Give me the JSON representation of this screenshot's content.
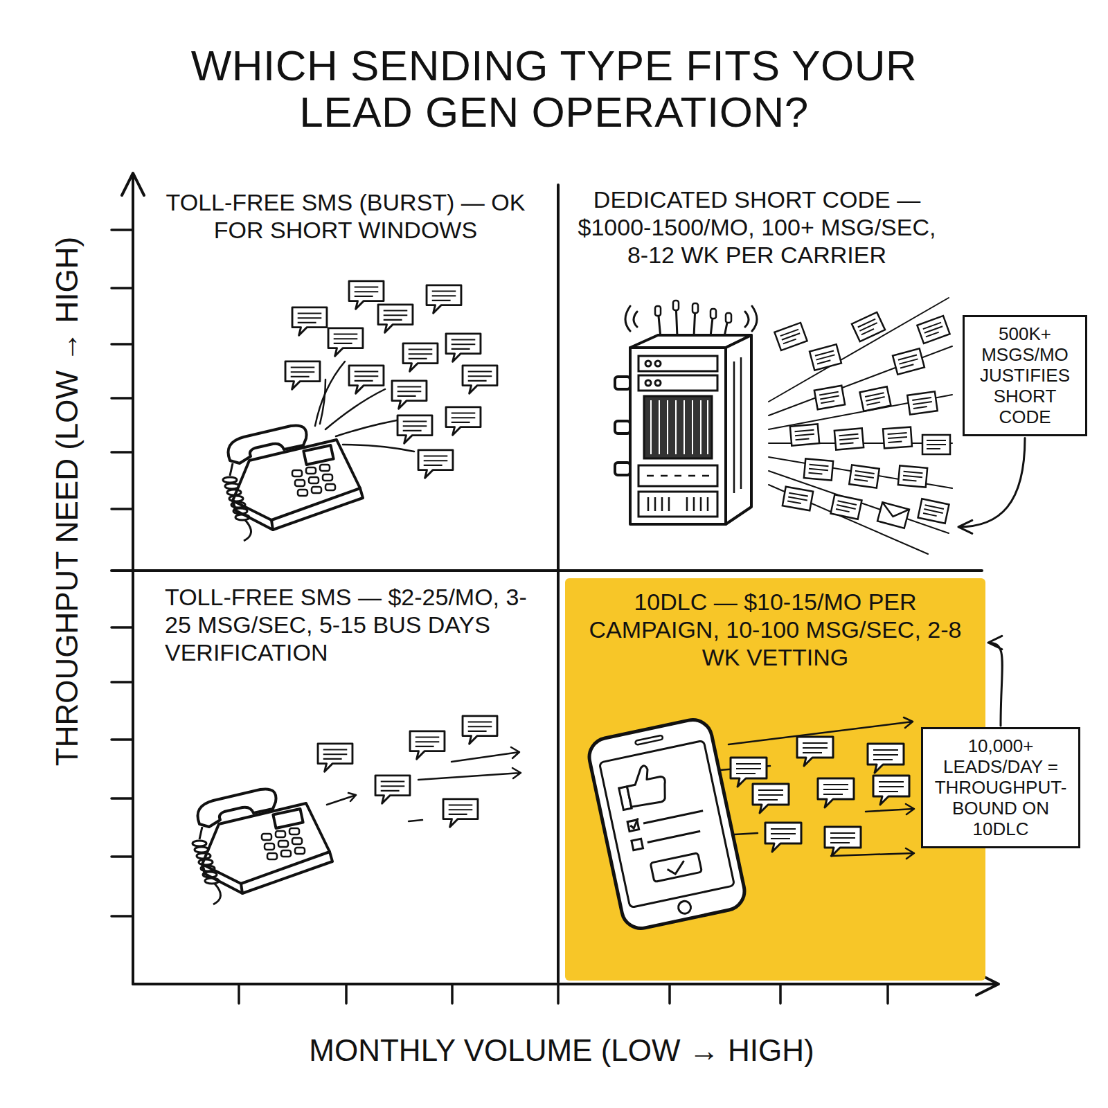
{
  "diagram": {
    "title": "WHICH SENDING TYPE FITS YOUR LEAD GEN OPERATION?",
    "nodes": [
      {
        "text": [
          "TOLL-FREE SMS (BURST) — OK FOR SHORT WINDOWS"
        ]
      },
      {
        "text": [
          "DEDICATED SHORT CODE — $1000-1500/MO, 100+ MSG/SEC, 8-12 WK PER CARRIER"
        ]
      },
      {
        "text": [
          "500K+ MSGS/MO JUSTIFIES SHORT CODE"
        ]
      },
      {
        "text": [
          "TOLL-FREE SMS — $2-25/MO, 3-25 MSG/SEC, 5-15 BUS DAYS VERIFICATION"
        ]
      },
      {
        "text": [
          "10DLC — $10-15/MO PER CAMPAIGN, 10-100 MSG/SEC, 2-8 WK VETTING"
        ]
      },
      {
        "text": [
          "10,000+ LEADS/DAY = THROUGHPUT-BOUND ON 10DLC"
        ]
      }
    ],
    "edges": [
      {
        "from": 2,
        "to": 1,
        "arrow": "to"
      },
      {
        "from": 5,
        "to": 4,
        "arrow": "to"
      }
    ],
    "labels": [
      "THROUGHPUT NEED (LOW → HIGH)",
      "MONTHLY VOLUME (LOW → HIGH)"
    ]
  }
}
